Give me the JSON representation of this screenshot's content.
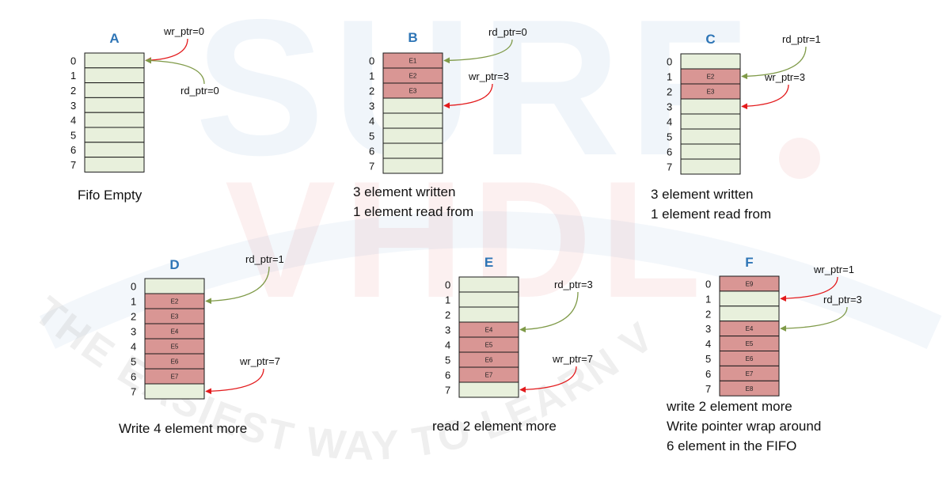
{
  "watermark": {
    "logo_top": "SURF",
    "logo_bottom": "VHDL",
    "tagline": "THE EASIEST WAY TO LEARN VHDL"
  },
  "colors": {
    "empty_cell": "#e8f0dc",
    "full_cell": "#d99694",
    "cell_border": "#1a1a1a",
    "rd_arrow": "#7f9a48",
    "wr_arrow": "#e31a1c",
    "title": "#2e75b6"
  },
  "panels": [
    {
      "id": "A",
      "title": "A",
      "cells": [
        "",
        "",
        "",
        "",
        "",
        "",
        "",
        ""
      ],
      "indices": [
        "0",
        "1",
        "2",
        "3",
        "4",
        "5",
        "6",
        "7"
      ],
      "pointers": [
        {
          "type": "wr",
          "label": "wr_ptr=0",
          "row": 0
        },
        {
          "type": "rd",
          "label": "rd_ptr=0",
          "row": 0
        }
      ],
      "caption": [
        "Fifo Empty"
      ]
    },
    {
      "id": "B",
      "title": "B",
      "cells": [
        "E1",
        "E2",
        "E3",
        "",
        "",
        "",
        "",
        ""
      ],
      "indices": [
        "0",
        "1",
        "2",
        "3",
        "4",
        "5",
        "6",
        "7"
      ],
      "pointers": [
        {
          "type": "rd",
          "label": "rd_ptr=0",
          "row": 0
        },
        {
          "type": "wr",
          "label": "wr_ptr=3",
          "row": 3
        }
      ],
      "caption": [
        "3 element written",
        "1 element read from"
      ]
    },
    {
      "id": "C",
      "title": "C",
      "cells": [
        "",
        "E2",
        "E3",
        "",
        "",
        "",
        "",
        ""
      ],
      "indices": [
        "0",
        "1",
        "2",
        "3",
        "4",
        "5",
        "6",
        "7"
      ],
      "pointers": [
        {
          "type": "rd",
          "label": "rd_ptr=1",
          "row": 1
        },
        {
          "type": "wr",
          "label": "wr_ptr=3",
          "row": 3
        }
      ],
      "caption": [
        "3 element written",
        "1 element read from"
      ]
    },
    {
      "id": "D",
      "title": "D",
      "cells": [
        "",
        "E2",
        "E3",
        "E4",
        "E5",
        "E6",
        "E7",
        ""
      ],
      "indices": [
        "0",
        "1",
        "2",
        "3",
        "4",
        "5",
        "6",
        "7"
      ],
      "pointers": [
        {
          "type": "rd",
          "label": "rd_ptr=1",
          "row": 1
        },
        {
          "type": "wr",
          "label": "wr_ptr=7",
          "row": 7
        }
      ],
      "caption": [
        "Write 4 element more"
      ]
    },
    {
      "id": "E",
      "title": "E",
      "cells": [
        "",
        "",
        "",
        "E4",
        "E5",
        "E6",
        "E7",
        ""
      ],
      "indices": [
        "0",
        "1",
        "2",
        "3",
        "4",
        "5",
        "6",
        "7"
      ],
      "pointers": [
        {
          "type": "rd",
          "label": "rd_ptr=3",
          "row": 3
        },
        {
          "type": "wr",
          "label": "wr_ptr=7",
          "row": 7
        }
      ],
      "caption": [
        "read 2 element more"
      ]
    },
    {
      "id": "F",
      "title": "F",
      "cells": [
        "E9",
        "",
        "",
        "E4",
        "E5",
        "E6",
        "E7",
        "E8"
      ],
      "indices": [
        "0",
        "1",
        "2",
        "3",
        "4",
        "5",
        "6",
        "7"
      ],
      "pointers": [
        {
          "type": "wr",
          "label": "wr_ptr=1",
          "row": 1
        },
        {
          "type": "rd",
          "label": "rd_ptr=3",
          "row": 3
        }
      ],
      "caption": [
        "write 2 element more",
        "Write pointer wrap around",
        "6 element in the FIFO"
      ]
    }
  ]
}
